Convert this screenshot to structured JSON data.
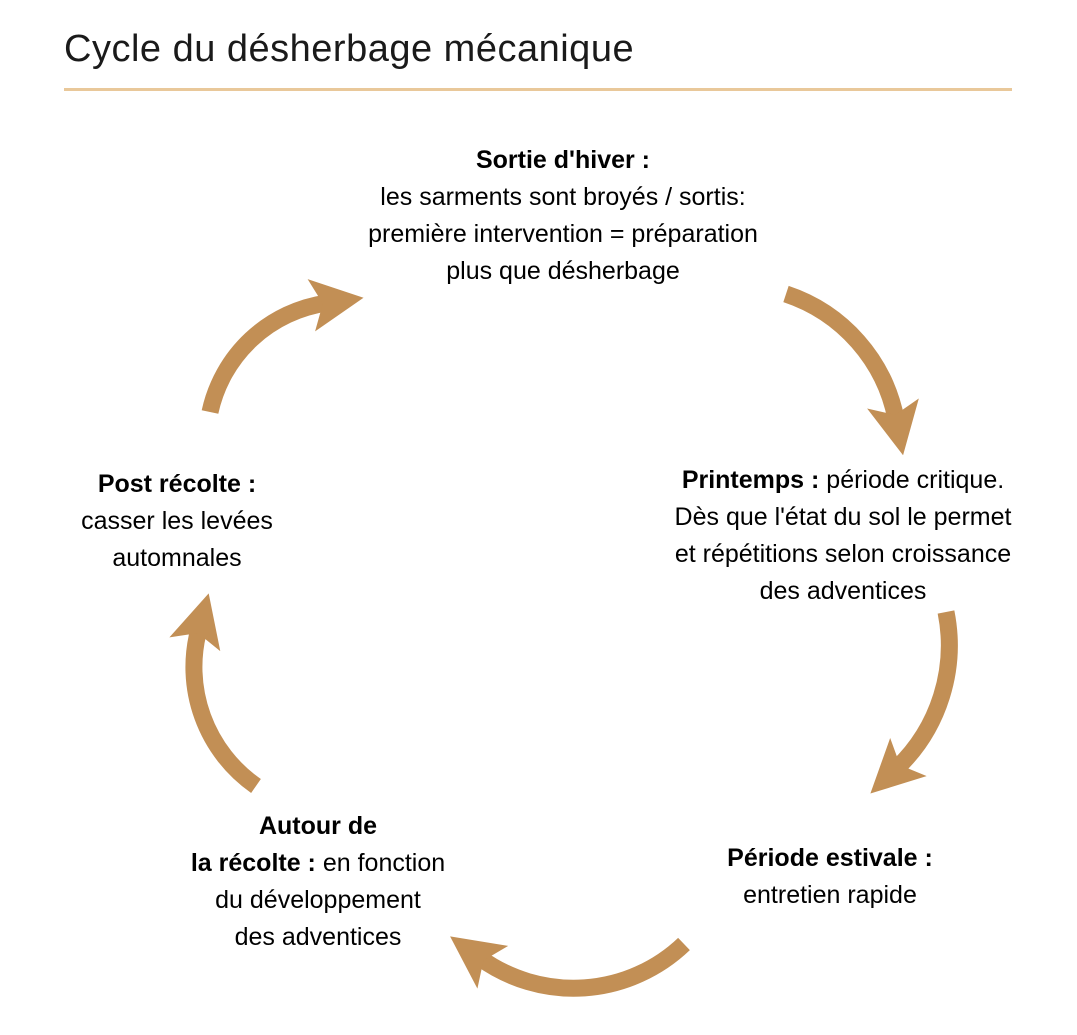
{
  "title": "Cycle du désherbage mécanique",
  "colors": {
    "arrow": "#c28f55",
    "title_rule": "#e9c89a",
    "text": "#000000"
  },
  "nodes": {
    "sortie_hiver": {
      "heading": "Sortie d'hiver :",
      "lines": [
        "les sarments sont broyés / sortis:",
        "première intervention = préparation",
        "plus que désherbage"
      ]
    },
    "printemps": {
      "heading": "Printemps :",
      "heading_rest": " période critique.",
      "lines": [
        "Dès que l'état du sol le permet",
        "et répétitions selon croissance",
        "des adventices"
      ]
    },
    "periode_estivale": {
      "heading": "Période estivale :",
      "lines": [
        "entretien rapide"
      ]
    },
    "autour_recolte": {
      "heading_line1": "Autour de",
      "heading_line2": "la récolte :",
      "heading_rest": " en fonction",
      "lines": [
        "du développement",
        "des adventices"
      ]
    },
    "post_recolte": {
      "heading": "Post récolte :",
      "lines": [
        "casser les levées",
        "automnales"
      ]
    }
  },
  "cycle_order": [
    "sortie_hiver",
    "printemps",
    "periode_estivale",
    "autour_recolte",
    "post_recolte"
  ]
}
